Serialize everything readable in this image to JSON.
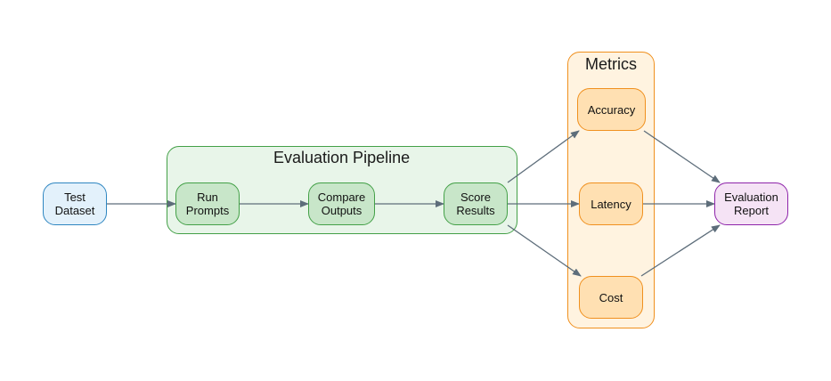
{
  "colors": {
    "edge": "#5d6d7a",
    "input_fill": "#e3f1fb",
    "input_stroke": "#2e86c1",
    "pipeline_fill": "#e8f5e9",
    "pipeline_stroke": "#43a047",
    "step_fill": "#c8e6c9",
    "step_stroke": "#43a047",
    "metrics_fill": "#fff3e0",
    "metrics_stroke": "#f0901e",
    "metric_fill": "#ffe0b2",
    "metric_stroke": "#f0901e",
    "report_fill": "#f5e3f5",
    "report_stroke": "#8e24aa"
  },
  "clusters": {
    "pipeline": {
      "title": "Evaluation Pipeline"
    },
    "metrics": {
      "title": "Metrics"
    }
  },
  "nodes": {
    "test_dataset": {
      "label": "Test\nDataset"
    },
    "run_prompts": {
      "label": "Run\nPrompts"
    },
    "compare_outputs": {
      "label": "Compare\nOutputs"
    },
    "score_results": {
      "label": "Score\nResults"
    },
    "accuracy": {
      "label": "Accuracy"
    },
    "latency": {
      "label": "Latency"
    },
    "cost": {
      "label": "Cost"
    },
    "evaluation_report": {
      "label": "Evaluation\nReport"
    }
  },
  "edges": [
    {
      "from": "test_dataset",
      "to": "run_prompts"
    },
    {
      "from": "run_prompts",
      "to": "compare_outputs"
    },
    {
      "from": "compare_outputs",
      "to": "score_results"
    },
    {
      "from": "score_results",
      "to": "accuracy"
    },
    {
      "from": "score_results",
      "to": "latency"
    },
    {
      "from": "score_results",
      "to": "cost"
    },
    {
      "from": "accuracy",
      "to": "evaluation_report"
    },
    {
      "from": "latency",
      "to": "evaluation_report"
    },
    {
      "from": "cost",
      "to": "evaluation_report"
    }
  ]
}
